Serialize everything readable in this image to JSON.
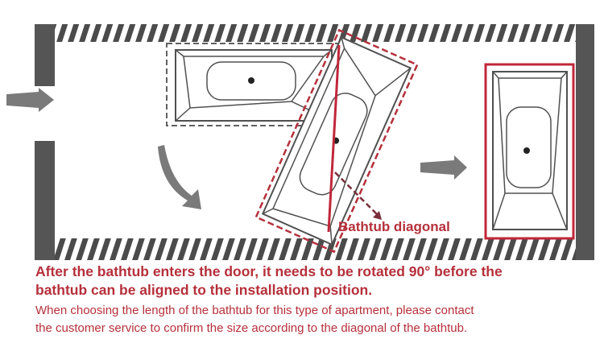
{
  "labels": {
    "diagonal": "Bathtub diagonal"
  },
  "captions": {
    "main_line1": "After the bathtub enters the door, it needs to be rotated 90° before the",
    "main_line2": "bathtub can be aligned to the installation position.",
    "sub_line1": "When choosing the length of the bathtub for this type of apartment, please contact",
    "sub_line2": "the customer service to confirm the size according to the diagonal of the bathtub."
  },
  "colors": {
    "accent": "#b5303b",
    "wall": "#555555",
    "arrow": "#7a7a7a",
    "outline": "#505050"
  }
}
